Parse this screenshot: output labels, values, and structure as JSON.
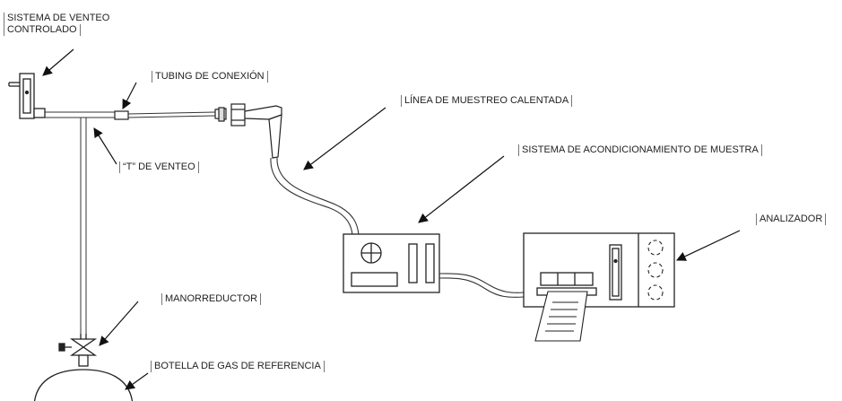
{
  "labels": {
    "venting_system_line1": "SISTEMA DE VENTEO",
    "venting_system_line2": "CONTROLADO",
    "connection_tubing": "TUBING DE CONEXIÓN",
    "heated_sampling_line": "LÍNEA DE MUESTREO CALENTADA",
    "vent_tee": "“T” DE  VENTEO",
    "sample_conditioning": "SISTEMA DE ACONDICIONAMIENTO DE MUESTRA",
    "analyzer": "ANALIZADOR",
    "pressure_reducer": "MANORREDUCTOR",
    "reference_gas_bottle": "BOTELLA DE GAS DE REFERENCIA"
  }
}
